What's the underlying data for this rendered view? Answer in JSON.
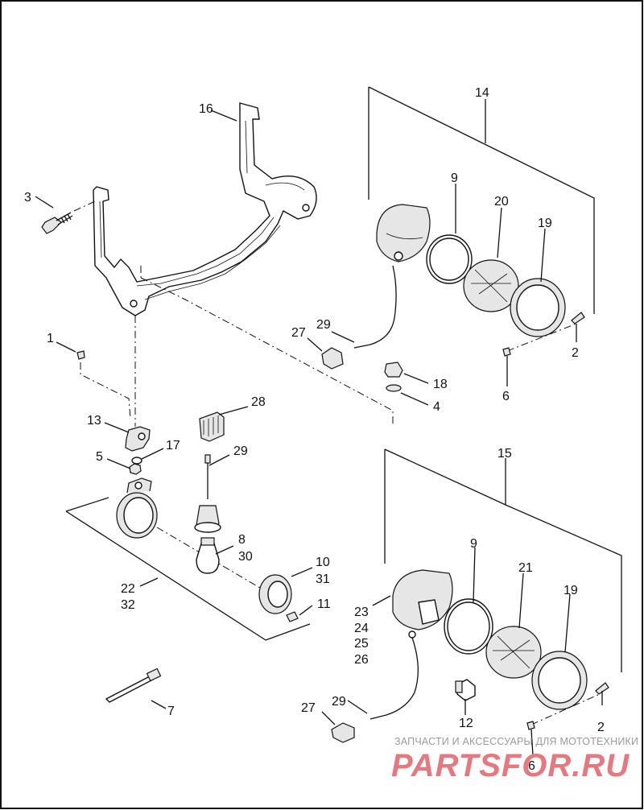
{
  "labels": {
    "l1": "1",
    "l2a": "2",
    "l2b": "2",
    "l3": "3",
    "l4": "4",
    "l5": "5",
    "l6a": "6",
    "l6b": "6",
    "l7": "7",
    "l8": "8",
    "l9a": "9",
    "l9b": "9",
    "l10": "10",
    "l11": "11",
    "l12": "12",
    "l13": "13",
    "l14": "14",
    "l15": "15",
    "l16": "16",
    "l17": "17",
    "l18": "18",
    "l19a": "19",
    "l19b": "19",
    "l20": "20",
    "l21": "21",
    "l22": "22",
    "l23": "23",
    "l24": "24",
    "l25": "25",
    "l26": "26",
    "l27a": "27",
    "l27b": "27",
    "l28": "28",
    "l29a": "29",
    "l29b": "29",
    "l29c": "29",
    "l30": "30",
    "l31": "31",
    "l32": "32"
  },
  "watermark": {
    "tagline": "ЗАПЧАСТИ И АКСЕССУАРЫ ДЛЯ МОТОТЕХНИКИ",
    "brand": "PARTSFOR.RU"
  }
}
